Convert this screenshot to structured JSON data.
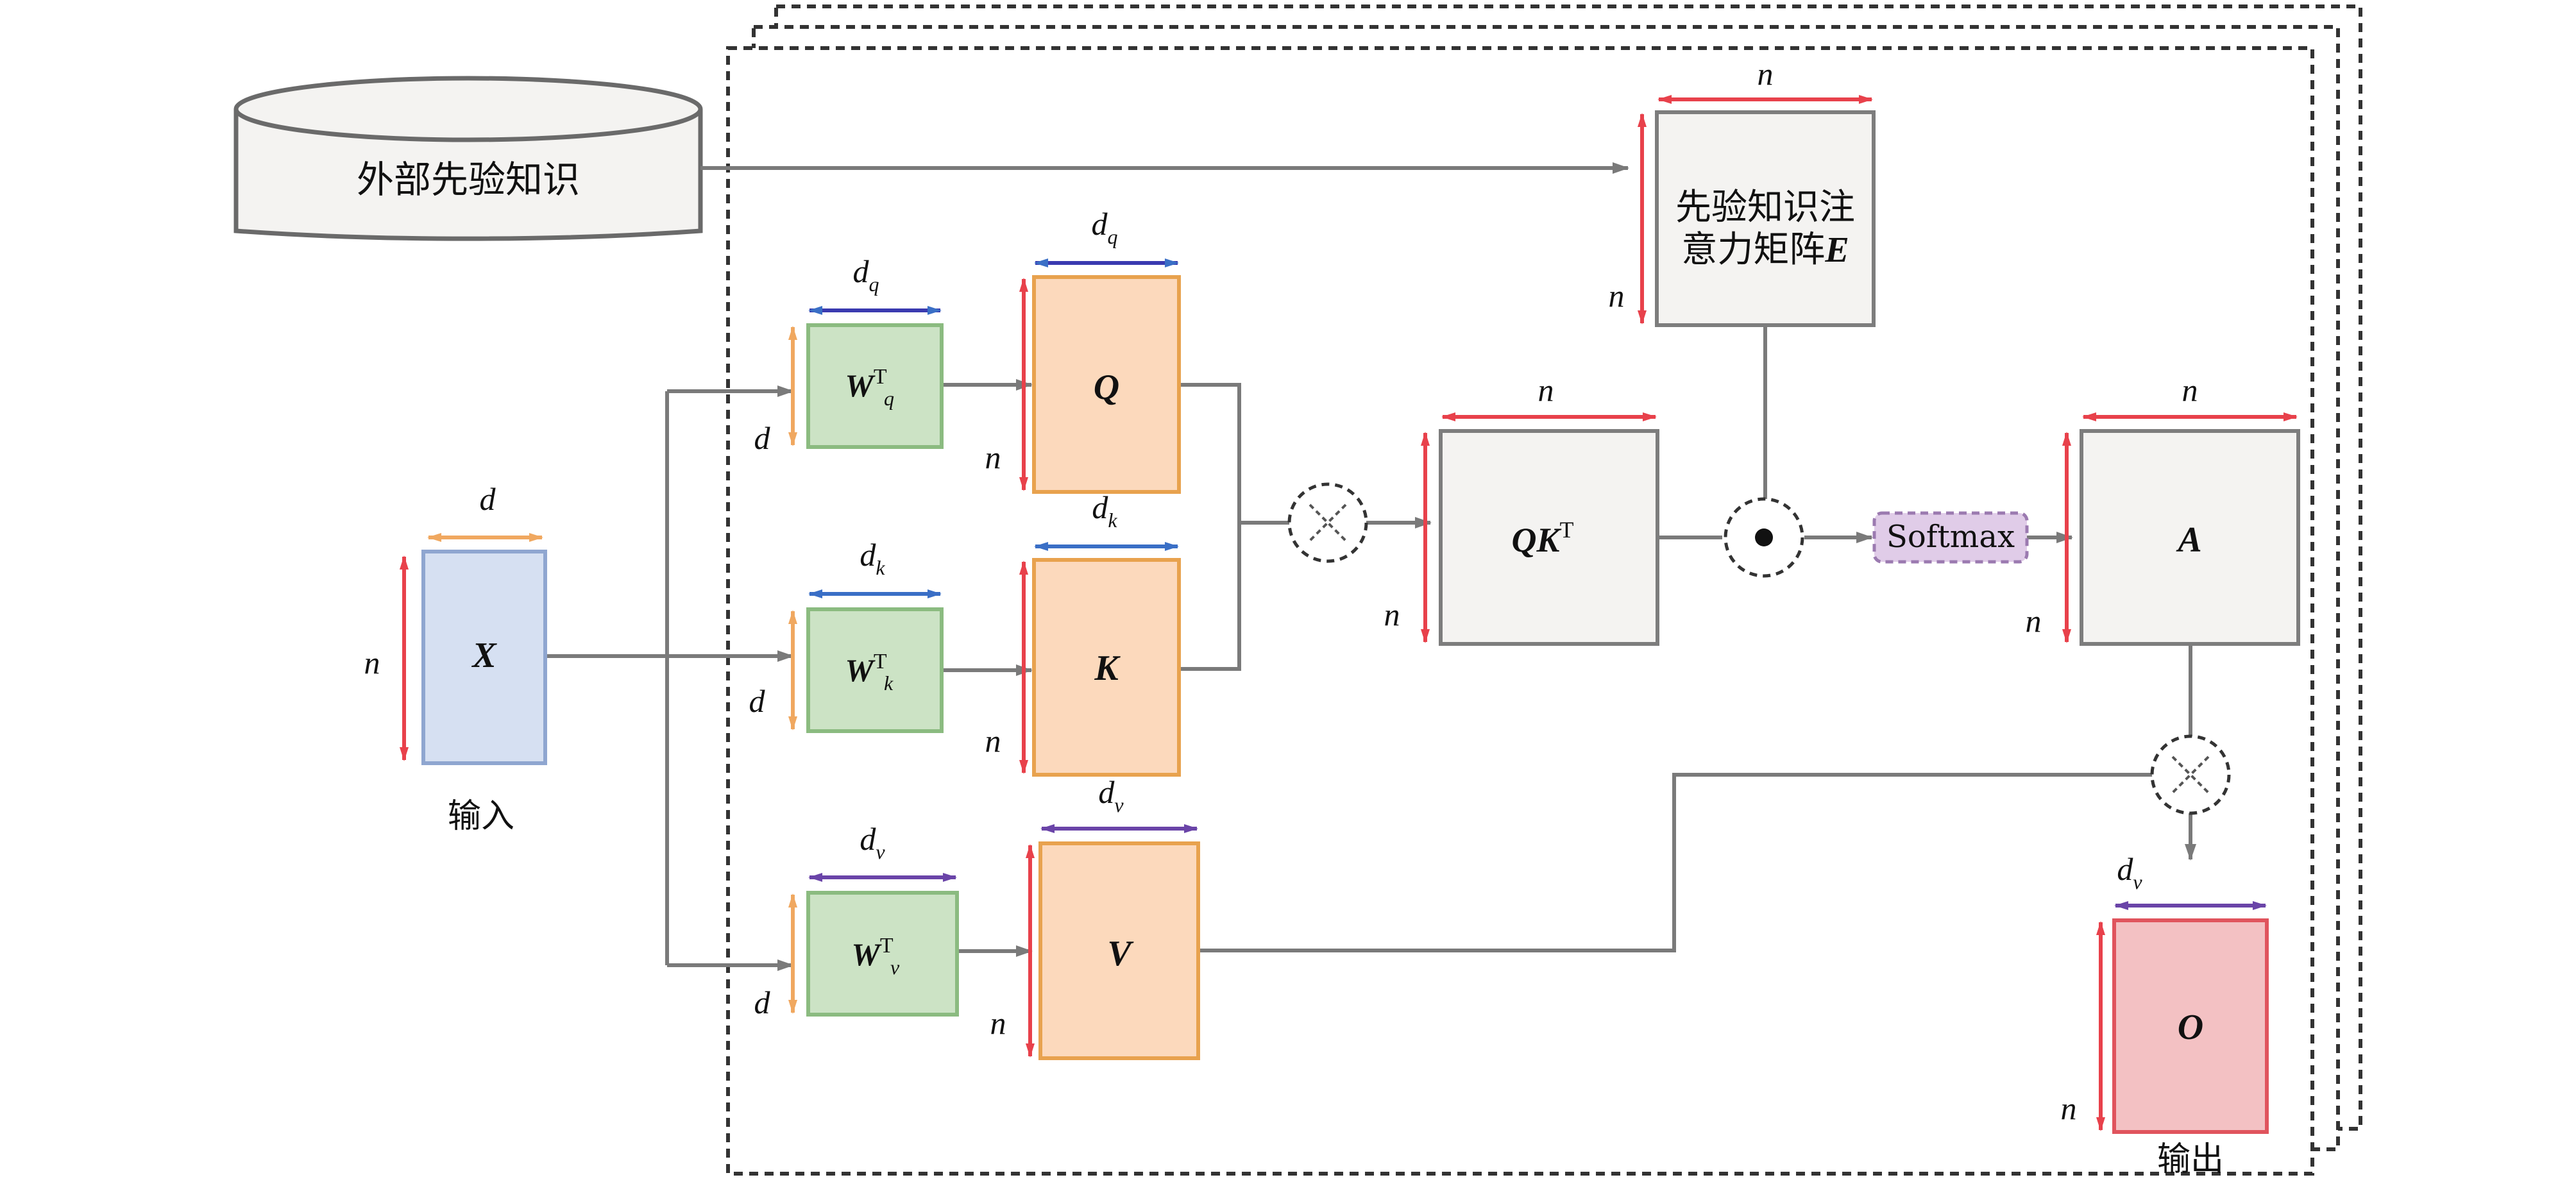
{
  "external_knowledge": {
    "label": "外部先验知识"
  },
  "prior_matrix": {
    "line1": "先验知识注",
    "line2": "意力矩阵",
    "symbol": "E"
  },
  "input": {
    "symbol": "X",
    "caption": "输入"
  },
  "output": {
    "symbol": "O",
    "caption": "输出"
  },
  "weights": {
    "q": {
      "base": "W",
      "sup": "T",
      "sub": "q"
    },
    "k": {
      "base": "W",
      "sup": "T",
      "sub": "k"
    },
    "v": {
      "base": "W",
      "sup": "T",
      "sub": "v"
    }
  },
  "projections": {
    "q": "Q",
    "k": "K",
    "v": "V"
  },
  "scores": {
    "base": "QK",
    "sup": "T"
  },
  "softmax": {
    "label": "Softmax"
  },
  "attention": {
    "symbol": "A"
  },
  "dims": {
    "n": "n",
    "d": "d",
    "dq": {
      "base": "d",
      "sub": "q"
    },
    "dk": {
      "base": "d",
      "sub": "k"
    },
    "dv": {
      "base": "d",
      "sub": "v"
    }
  },
  "colors": {
    "red_dim": "#e8414b",
    "orange_dim": "#f0a860",
    "blue_dim": "#3a6fc6",
    "violet_dim": "#6a44a8",
    "input_fill": "#d6e0f2",
    "input_stroke": "#8fa6d0",
    "weight_fill": "#cce3c5",
    "weight_stroke": "#8bbb80",
    "proj_fill": "#fcd9bc",
    "proj_stroke": "#e8a24e",
    "gray_fill": "#f4f3f1",
    "gray_stroke": "#7d7d7d",
    "softmax_fill": "#e0cce8",
    "softmax_stroke": "#9b7ab0",
    "output_fill": "#f3c1c3",
    "output_stroke": "#e0545d",
    "line": "#7a7a7a"
  }
}
